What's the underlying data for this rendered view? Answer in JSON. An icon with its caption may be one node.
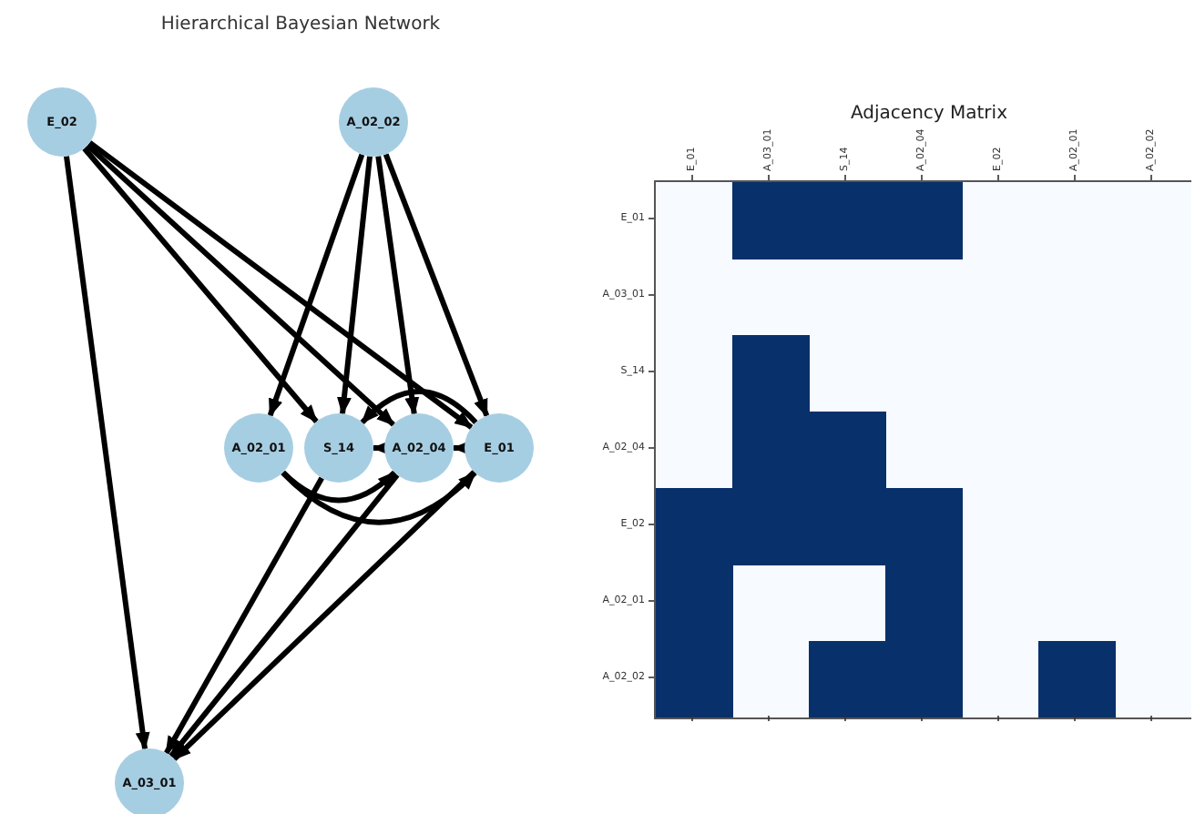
{
  "diagram": {
    "title": "Hierarchical Bayesian Network",
    "nodes": [
      {
        "text": [
          "E_02"
        ]
      },
      {
        "text": [
          "A_02_02"
        ]
      },
      {
        "text": [
          "A_02_01"
        ]
      },
      {
        "text": [
          "S_14"
        ]
      },
      {
        "text": [
          "A_02_04"
        ]
      },
      {
        "text": [
          "E_01"
        ]
      },
      {
        "text": [
          "A_03_01"
        ]
      }
    ],
    "edges": [
      {
        "from": 0,
        "to": 6,
        "arrow": "to"
      },
      {
        "from": 0,
        "to": 3,
        "arrow": "to"
      },
      {
        "from": 0,
        "to": 4,
        "arrow": "to"
      },
      {
        "from": 0,
        "to": 5,
        "arrow": "to"
      },
      {
        "from": 1,
        "to": 2,
        "arrow": "to"
      },
      {
        "from": 1,
        "to": 3,
        "arrow": "to"
      },
      {
        "from": 1,
        "to": 4,
        "arrow": "to"
      },
      {
        "from": 1,
        "to": 5,
        "arrow": "to"
      },
      {
        "from": 2,
        "to": 5,
        "arrow": "to"
      },
      {
        "from": 2,
        "to": 4,
        "arrow": "to"
      },
      {
        "from": 5,
        "to": 3,
        "arrow": "to"
      },
      {
        "from": 5,
        "to": 4,
        "arrow": "to"
      },
      {
        "from": 4,
        "to": 3,
        "arrow": "to"
      },
      {
        "from": 3,
        "to": 6,
        "arrow": "to"
      },
      {
        "from": 4,
        "to": 6,
        "arrow": "to"
      },
      {
        "from": 5,
        "to": 6,
        "arrow": "to"
      }
    ],
    "labels": [
      "Adjacency Matrix",
      "E_01",
      "A_03_01",
      "S_14",
      "A_02_04",
      "E_02",
      "A_02_01",
      "A_02_02",
      "E_01",
      "A_03_01",
      "S_14",
      "A_02_04",
      "E_02",
      "A_02_01",
      "A_02_02"
    ]
  }
}
